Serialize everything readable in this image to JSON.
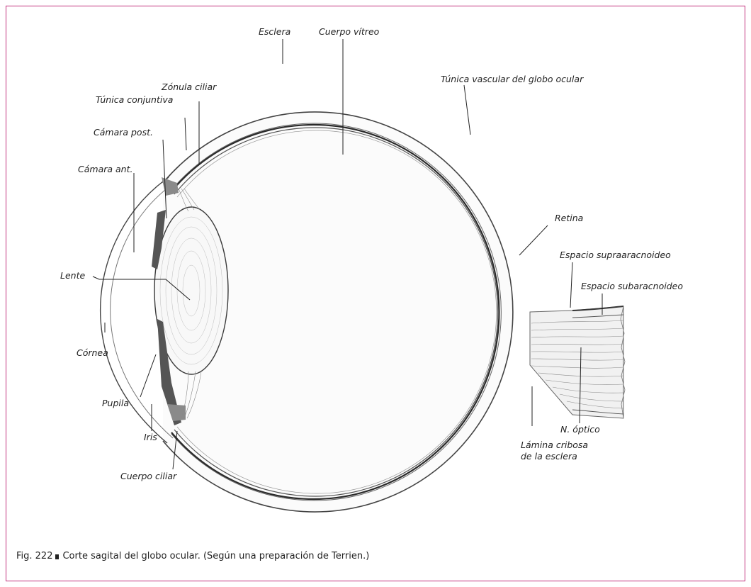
{
  "labels": {
    "esclera": "Esclera",
    "cuerpo_vitreo": "Cuerpo vítreo",
    "zonula_ciliar": "Zónula ciliar",
    "tunica_conjuntiva": "Túnica conjuntiva",
    "tunica_vascular": "Túnica vascular del globo ocular",
    "camara_post": "Cámara post.",
    "camara_ant": "Cámara ant.",
    "retina": "Retina",
    "espacio_supra": "Espacio supraaracnoideo",
    "espacio_sub": "Espacio subaracnoideo",
    "lente": "Lente",
    "cornea": "Córnea",
    "pupila": "Pupila",
    "iris": "Iris",
    "cuerpo_ciliar": "Cuerpo ciliar",
    "n_optico": "N. óptico",
    "lamina_cribosa_1": "Lámina cribosa",
    "lamina_cribosa_2": "de la esclera"
  },
  "caption": {
    "figure_number": "Fig. 222",
    "text": "Corte sagital del globo ocular. (Según una preparación de Terrien.)"
  },
  "colors": {
    "frame_border": "#c2337d",
    "ink": "#222222"
  }
}
